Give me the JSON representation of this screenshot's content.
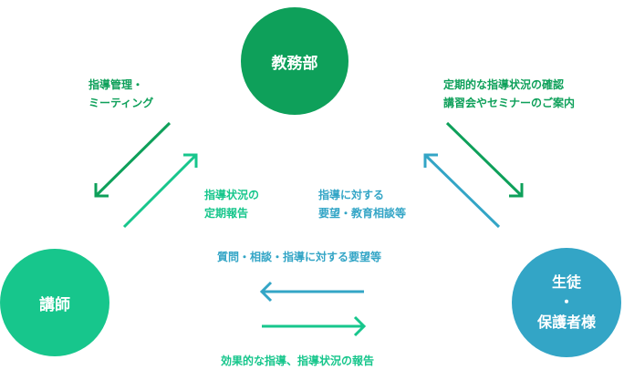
{
  "nodes": {
    "kyomu": "教務部",
    "koshi": "講師",
    "seito": [
      "生徒",
      "・",
      "保護者様"
    ]
  },
  "labels": {
    "kyomu_to_koshi": [
      "指導管理・",
      "ミーティング"
    ],
    "koshi_to_kyomu": [
      "指導状況の",
      "定期報告"
    ],
    "kyomu_to_seito": [
      "定期的な指導状況の確認",
      "講習会やセミナーのご案内"
    ],
    "seito_to_kyomu": [
      "指導に対する",
      "要望・教育相談等"
    ],
    "seito_to_koshi": "質問・相談・指導に対する要望等",
    "koshi_to_seito": "効果的な指導、指導状況の報告"
  },
  "colors": {
    "kyomu": "#0ea05a",
    "koshi": "#17c68c",
    "seito": "#33a5c6"
  }
}
